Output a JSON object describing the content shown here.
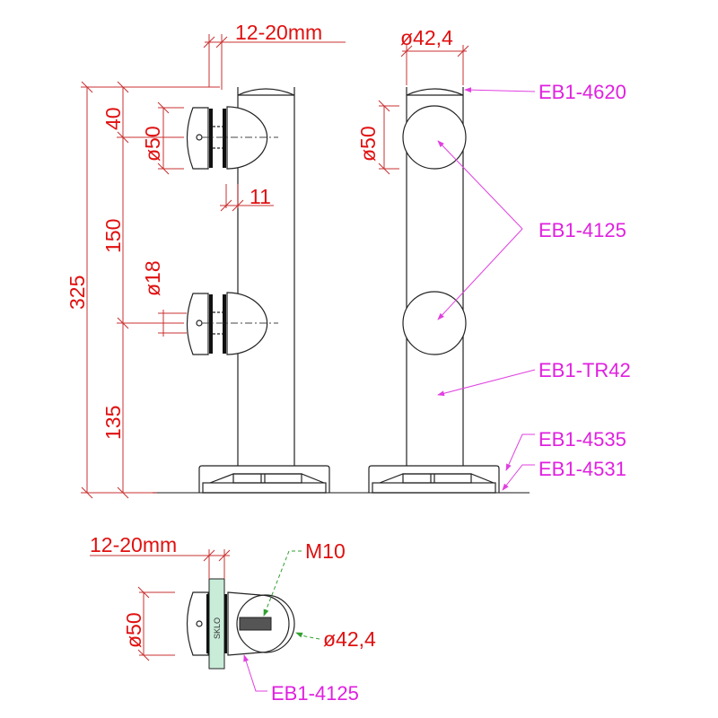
{
  "dimensions": {
    "glass_thickness_top": "12-20mm",
    "total_height": "325",
    "top_offset": "40",
    "fitting_spacing": "150",
    "bottom_offset": "135",
    "fitting_diameter_side": "ø50",
    "hole_diameter": "ø18",
    "standoff": "11",
    "post_diameter_top": "ø42,4",
    "fitting_diameter_front": "ø50",
    "glass_thickness_bottom": "12-20mm",
    "fitting_diameter_plan": "ø50",
    "thread": "M10",
    "post_diameter_plan": "ø42,4"
  },
  "labels": {
    "cap": "EB1-4620",
    "fitting": "EB1-4125",
    "post": "EB1-TR42",
    "base_cover": "EB1-4535",
    "base_plate": "EB1-4531",
    "fitting_plan": "EB1-4125"
  },
  "glass_text": "SKLO",
  "colors": {
    "dimension": "#e01010",
    "label": "#e020e0",
    "leader_green": "#30a030",
    "glass": "#c8ecd8"
  }
}
